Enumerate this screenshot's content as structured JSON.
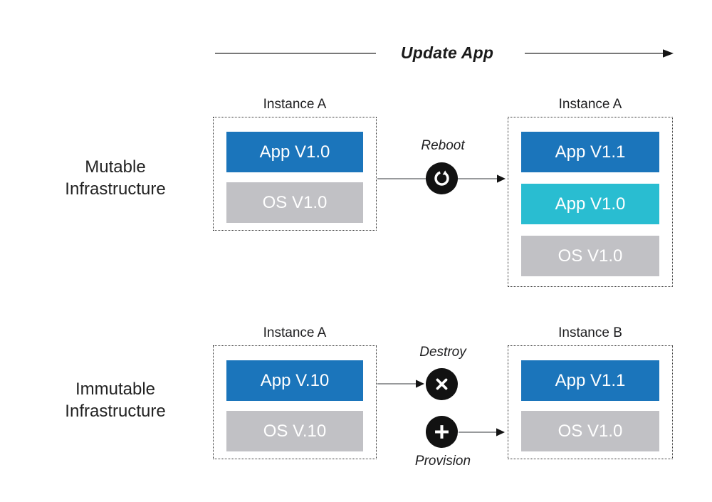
{
  "title": "Update App",
  "colors": {
    "app_blue": "#1b75bb",
    "app_teal": "#29bdd1",
    "os_gray": "#c1c1c5",
    "icon_black": "#121212",
    "line_gray": "#77787b",
    "arrowhead_black": "#141414"
  },
  "icons": {
    "reboot": "reboot-circular-arrow-icon",
    "destroy": "x-icon",
    "provision": "plus-icon"
  },
  "mutable": {
    "row_label": [
      "Mutable",
      "Infrastructure"
    ],
    "action": {
      "label": "Reboot"
    },
    "left_instance": {
      "title": "Instance A",
      "layers": [
        {
          "name": "App V1.0",
          "type": "app-blue"
        },
        {
          "name": "OS V1.0",
          "type": "os-gray"
        }
      ]
    },
    "right_instance": {
      "title": "Instance A",
      "layers": [
        {
          "name": "App V1.1",
          "type": "app-blue"
        },
        {
          "name": "App V1.0",
          "type": "app-teal"
        },
        {
          "name": "OS V1.0",
          "type": "os-gray"
        }
      ]
    }
  },
  "immutable": {
    "row_label": [
      "Immutable",
      "Infrastructure"
    ],
    "actions": {
      "destroy": "Destroy",
      "provision": "Provision"
    },
    "left_instance": {
      "title": "Instance A",
      "layers": [
        {
          "name": "App V.10",
          "type": "app-blue"
        },
        {
          "name": "OS V.10",
          "type": "os-gray"
        }
      ]
    },
    "right_instance": {
      "title": "Instance B",
      "layers": [
        {
          "name": "App V1.1",
          "type": "app-blue"
        },
        {
          "name": "OS V1.0",
          "type": "os-gray"
        }
      ]
    }
  }
}
